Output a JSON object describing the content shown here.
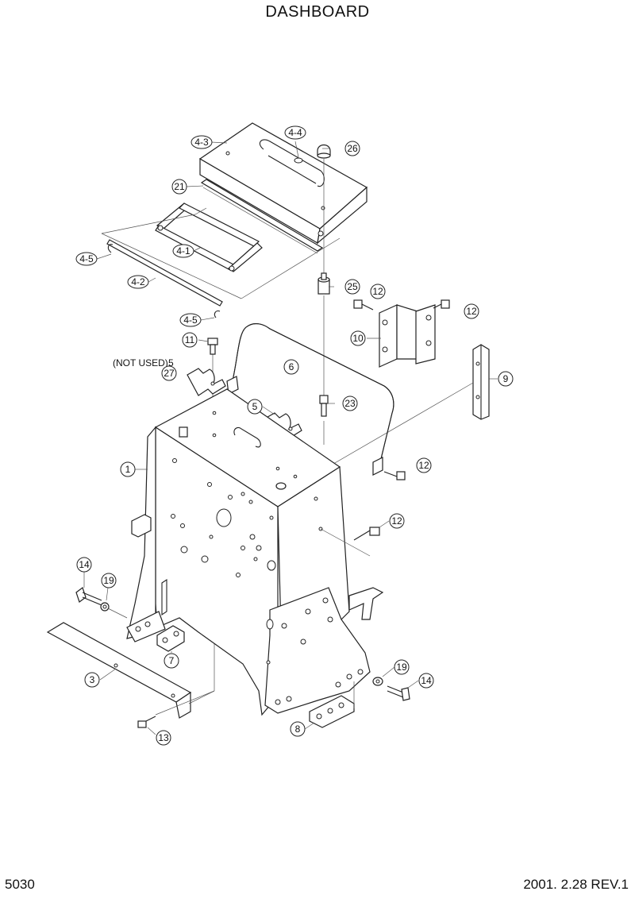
{
  "title": "DASHBOARD",
  "page_number": "5030",
  "revision": "2001. 2.28 REV.1",
  "note": "(NOT USED)",
  "callouts": {
    "c43": "4-3",
    "c44": "4-4",
    "c26": "26",
    "c21": "21",
    "c41": "4-1",
    "c45a": "4-5",
    "c42": "4-2",
    "c25": "25",
    "c12a": "12",
    "c12b": "12",
    "c10": "10",
    "c45b": "4-5",
    "c11": "11",
    "c5a": "5",
    "c27": "27",
    "c6": "6",
    "c9": "9",
    "c5b": "5",
    "c23": "23",
    "c1": "1",
    "c12c": "12",
    "c12d": "12",
    "c14a": "14",
    "c19a": "19",
    "c7": "7",
    "c3": "3",
    "c19b": "19",
    "c14b": "14",
    "c13": "13",
    "c8": "8"
  }
}
